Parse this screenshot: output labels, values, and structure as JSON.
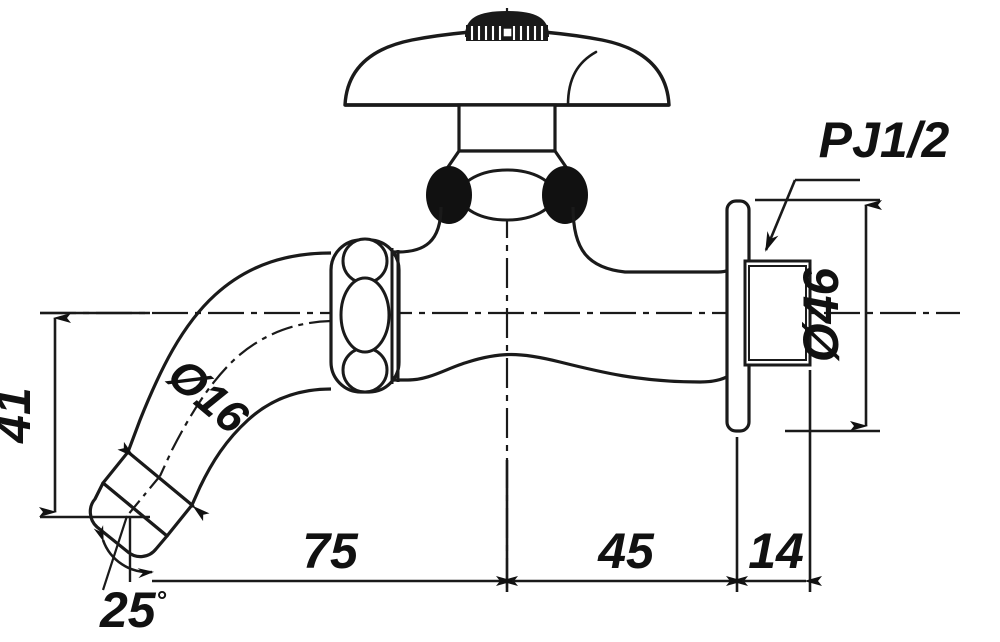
{
  "drawing": {
    "title": "Wall-mounted bib tap / faucet dimensioned drawing",
    "units": "mm",
    "line_color": "#1a1a1a",
    "fill_color": "#ffffff",
    "solid_fill_color": "#111111",
    "background": "#ffffff"
  },
  "dimensions": {
    "height_41": {
      "label": "41",
      "orientation": "vertical",
      "description": "spout outlet height below spout centerline"
    },
    "spout_bore": {
      "label": "Ø16",
      "orientation": "diagonal",
      "description": "spout outlet diameter"
    },
    "outlet_angle": {
      "value": "25",
      "degree_symbol": "°",
      "label": "25°",
      "description": "spout outlet tilt angle from vertical"
    },
    "length_75": {
      "label": "75",
      "orientation": "horizontal",
      "description": "spout centerline to body centerline"
    },
    "length_45": {
      "label": "45",
      "orientation": "horizontal",
      "description": "body centerline to wall flange face"
    },
    "length_14": {
      "label": "14",
      "orientation": "horizontal",
      "description": "thread projection length"
    },
    "flange_dia": {
      "label": "Ø46",
      "orientation": "vertical",
      "description": "wall flange outside diameter"
    }
  },
  "callouts": {
    "thread_spec": {
      "label": "PJ1/2",
      "description": "parallel pipe thread designation, leader points to threaded nipple"
    }
  },
  "components": {
    "handle_cap": "handle-cap",
    "index_button": "knurled-index-button",
    "handle_neck": "handle-neck",
    "bonnet": "valve-bonnet",
    "body": "faucet-body",
    "spout_collar": "spout-collar",
    "spout": "curved-spout",
    "spout_outlet": "spout-outlet-tip",
    "wall_flange": "wall-flange",
    "thread_nipple": "threaded-nipple",
    "horizontal_centerline": "horizontal-centerline",
    "vertical_centerline": "vertical-centerline",
    "spout_centerline": "spout-centerline"
  }
}
